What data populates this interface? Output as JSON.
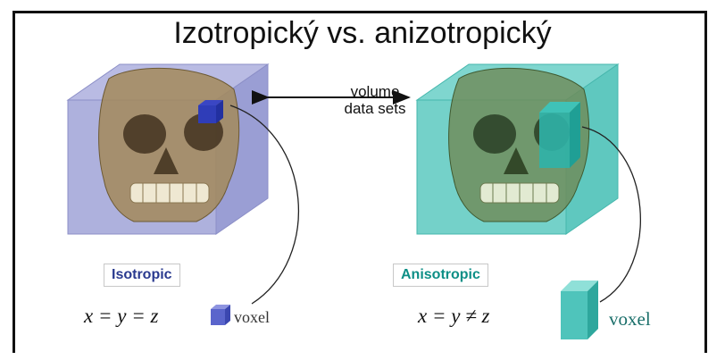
{
  "slide": {
    "title": "Izotropický vs. anizotropický"
  },
  "diagram": {
    "arrow_label_line1": "volume",
    "arrow_label_line2": "data sets",
    "left": {
      "badge": "Isotropic",
      "equation": "x = y = z",
      "voxel_label": "voxel",
      "color": "#7f83c9"
    },
    "right": {
      "badge": "Anisotropic",
      "equation": "x = y ≠ z",
      "voxel_label": "voxel",
      "color": "#4fc4bb"
    }
  }
}
